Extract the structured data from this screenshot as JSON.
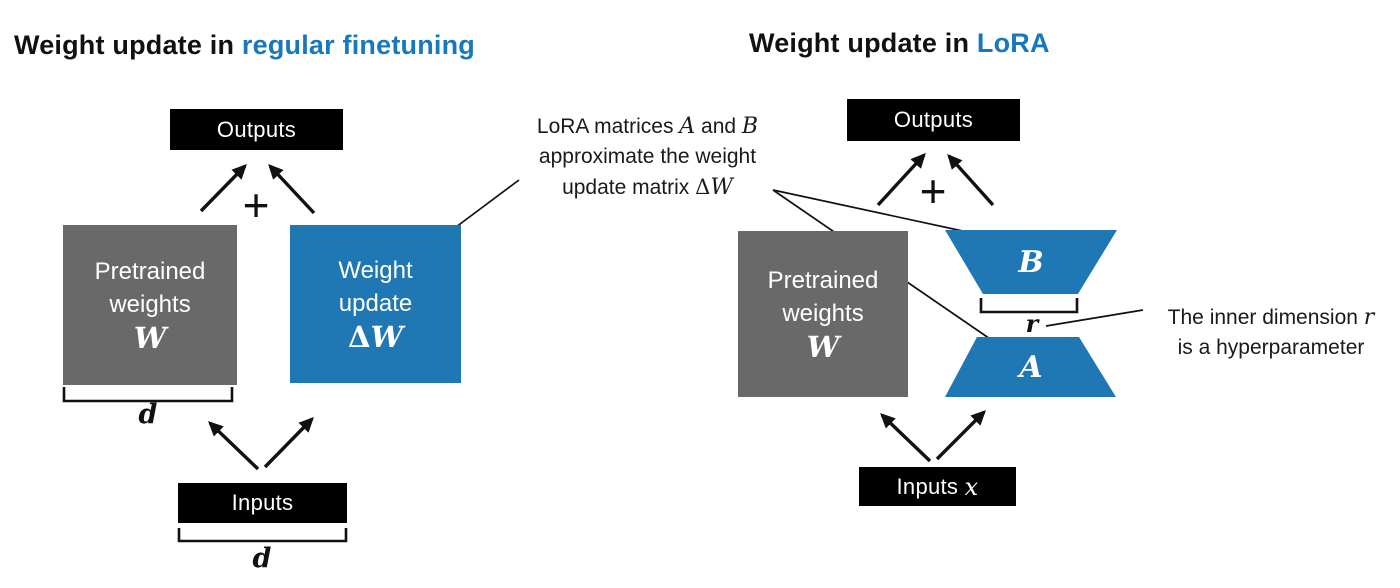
{
  "left_panel": {
    "title_prefix": "Weight update in ",
    "title_highlight": "regular finetuning",
    "outputs_label": "Outputs",
    "plus": "+",
    "pretrained_box": {
      "line1": "Pretrained",
      "line2": "weights",
      "math": "W"
    },
    "update_box": {
      "line1": "Weight",
      "line2": "update",
      "delta": "Δ",
      "math": "W"
    },
    "weights_dim_label": "d",
    "inputs_label": "Inputs",
    "inputs_dim_label": "d"
  },
  "right_panel": {
    "title_prefix": "Weight update in ",
    "title_highlight": "LoRA",
    "outputs_label": "Outputs",
    "plus": "+",
    "pretrained_box": {
      "line1": "Pretrained",
      "line2": "weights",
      "math": "W"
    },
    "matrix_b_label": "B",
    "matrix_a_label": "A",
    "rank_label": "r",
    "inputs_label": "Inputs ",
    "inputs_math": "x"
  },
  "annotations": {
    "lora_note": {
      "line1_prefix": "LoRA matrices ",
      "line1_math1": "A",
      "line1_mid": " and ",
      "line1_math2": "B",
      "line2": "approximate the weight",
      "line3_prefix": "update matrix ",
      "line3_delta": "Δ",
      "line3_math": "W"
    },
    "rank_note": {
      "line1_prefix": "The inner dimension ",
      "line1_math": "r",
      "line2": "is a hyperparameter"
    }
  },
  "colors": {
    "accent_blue": "#1f77b4",
    "title_blue": "#1778be",
    "box_gray": "#696969",
    "box_black": "#000000"
  }
}
